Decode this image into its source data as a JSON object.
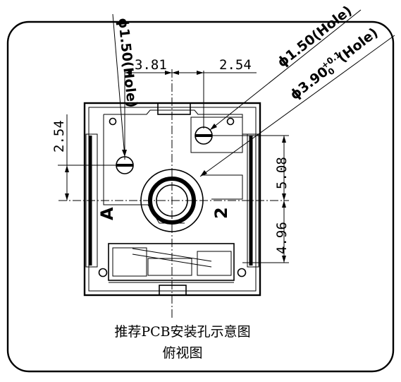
{
  "callouts": {
    "left_hole": "ϕ1.50(Hole)",
    "right_hole": "ϕ1.50(Hole)",
    "big_hole_prefix": "ϕ3.90",
    "big_hole_tol_upper": "+0.1",
    "big_hole_tol_lower": "0",
    "big_hole_suffix": "(Hole)"
  },
  "dimensions": {
    "top_left": "3.81",
    "top_right": "2.54",
    "left_vertical": "2.54",
    "right_upper": "5.08",
    "right_lower": "4.96"
  },
  "pin_labels": {
    "pin_a": "A",
    "pin_2": "2"
  },
  "caption": {
    "line1": "推荐PCB安装孔示意图",
    "line2": "俯视图"
  }
}
